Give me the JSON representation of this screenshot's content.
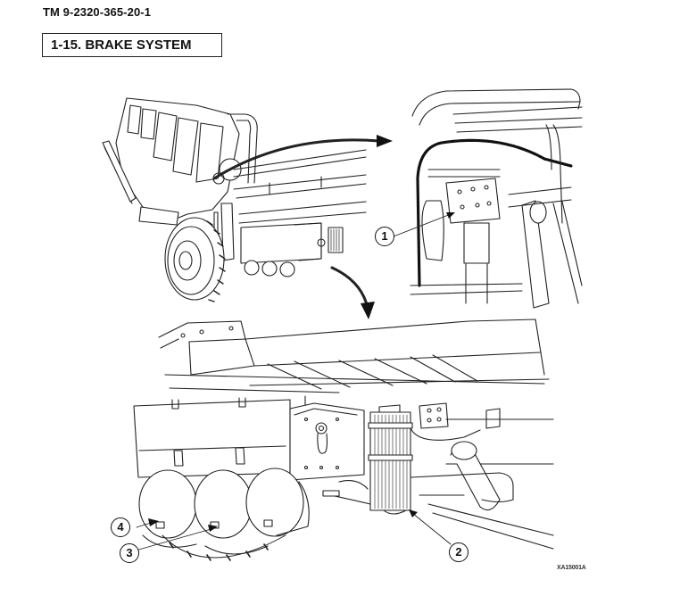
{
  "header": {
    "tm_number": "TM 9-2320-365-20-1",
    "section_title": "1-15.  BRAKE SYSTEM"
  },
  "figure": {
    "id_label": "XA15001A",
    "views": [
      {
        "name": "truck-overview",
        "description": "Left-side view of truck with cab tilted forward"
      },
      {
        "name": "detail-inset",
        "description": "Close-up of component under cab"
      },
      {
        "name": "lower-detail",
        "description": "Close-up of air tanks and dryer under frame rail"
      }
    ],
    "callouts": [
      {
        "number": "1"
      },
      {
        "number": "2"
      },
      {
        "number": "3"
      },
      {
        "number": "4"
      }
    ]
  }
}
